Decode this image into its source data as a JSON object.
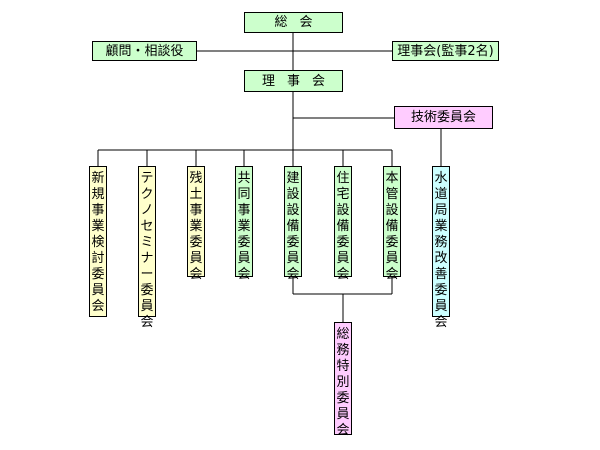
{
  "colors": {
    "green": "#ccffcc",
    "yellow": "#ffffcc",
    "pink": "#ffccff",
    "cyan": "#ccffff",
    "line": "#000000"
  },
  "org": {
    "general_meeting": "総会",
    "advisors": "顧問・相談役",
    "auditors": "理事会(監事2名)",
    "board": "理事会",
    "technical_committee": "技術委員会",
    "committees": [
      "新規事業検討委員会",
      "テクノセミナー委員会",
      "残土事業委員会",
      "共同事業委員会",
      "建設設備委員会",
      "住宅設備委員会",
      "本管設備委員会",
      "水道局業務改善委員会"
    ],
    "special_committee": "総務特別委員会"
  }
}
